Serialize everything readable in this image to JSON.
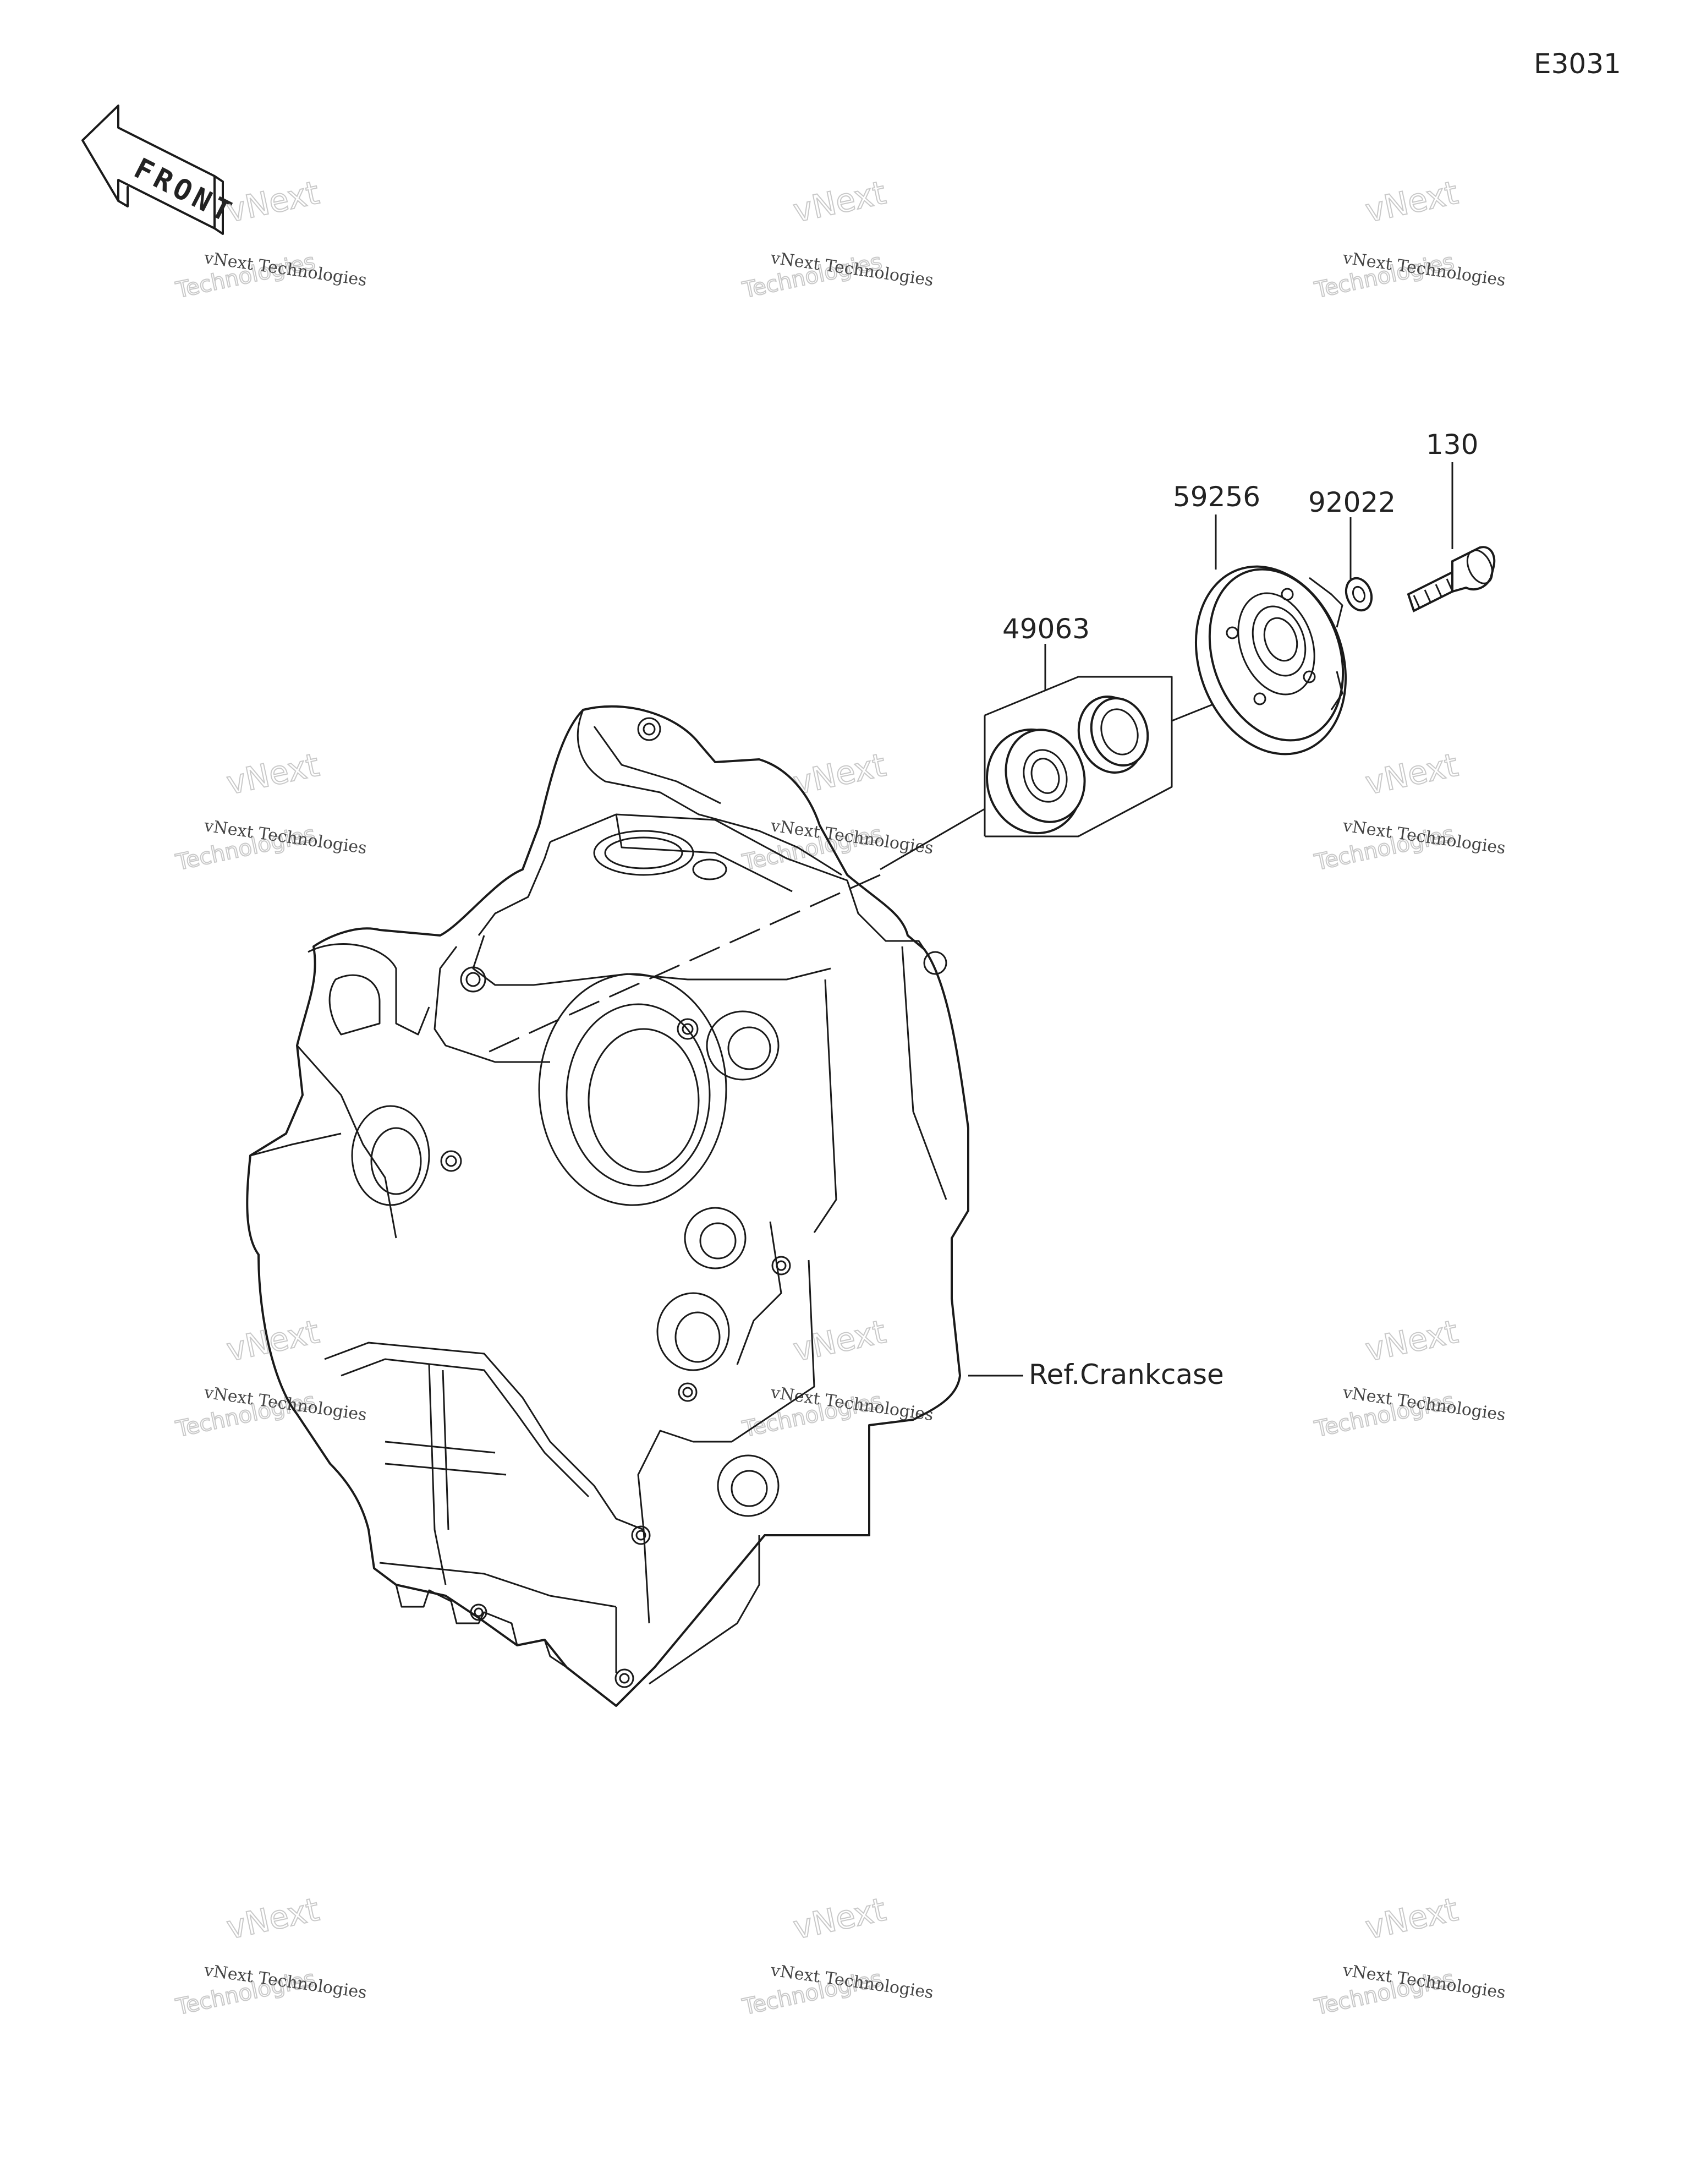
{
  "diagram_code": "E3031",
  "front_arrow_label": "FRONT",
  "watermark": {
    "line1": "vNext Technologies",
    "line2": "vNext",
    "line3": "Technologies"
  },
  "callouts": {
    "p130": "130",
    "p59256": "59256",
    "p92022": "92022",
    "p49063": "49063",
    "ref_crankcase": "Ref.Crankcase"
  }
}
